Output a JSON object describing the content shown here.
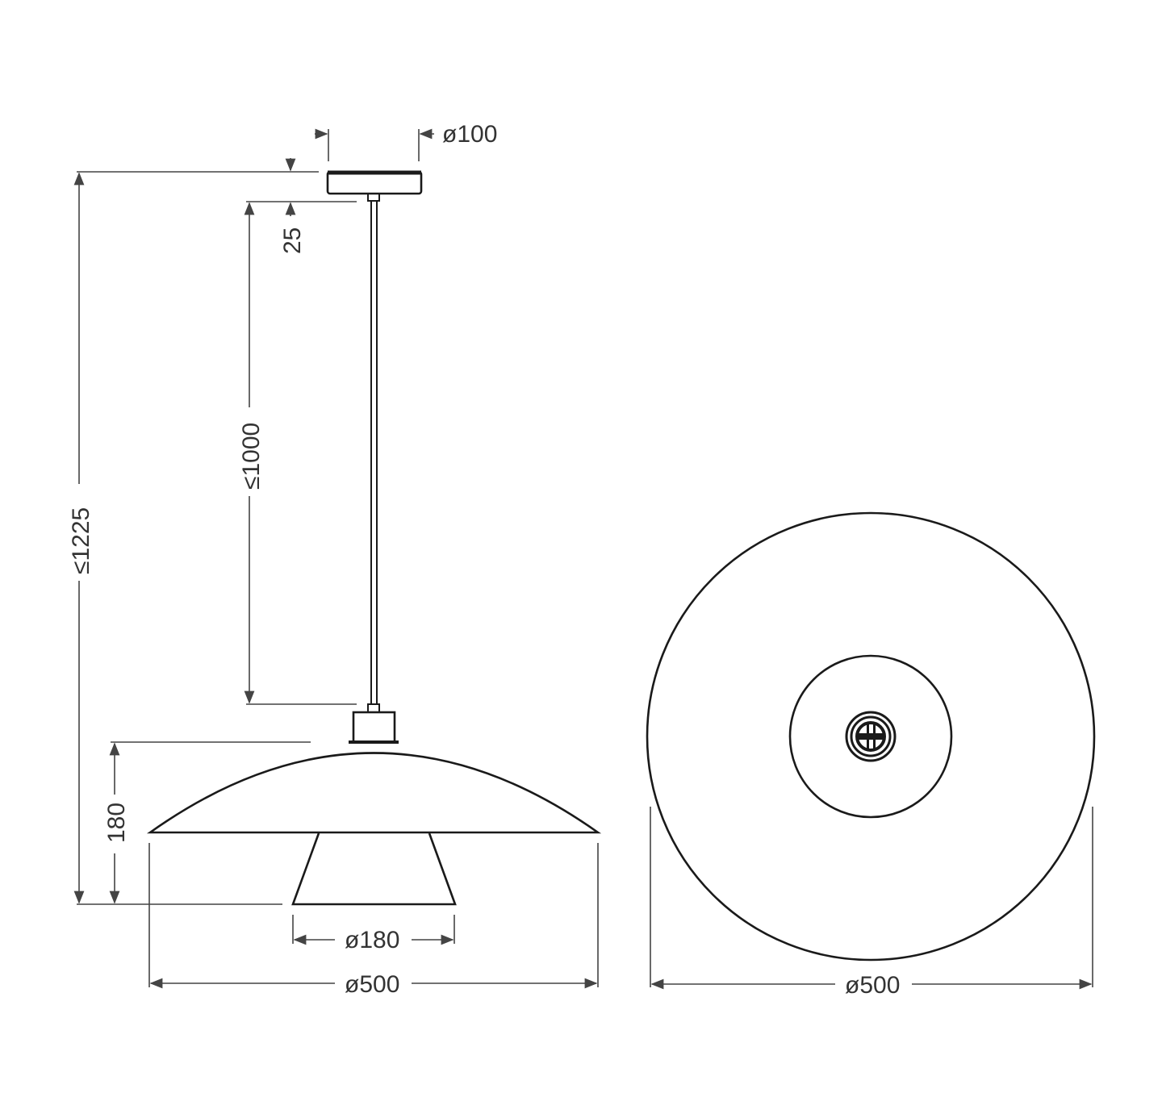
{
  "drawing": {
    "subject": "Pendant lamp technical dimension drawing",
    "views": [
      "side-view",
      "bottom-view"
    ],
    "side_view": {
      "canopy_diameter": "ø100",
      "canopy_height": "25",
      "cable_length": "≤1000",
      "total_height": "≤1225",
      "shade_height": "180",
      "diffuser_diameter": "ø180",
      "shade_diameter": "ø500"
    },
    "bottom_view": {
      "shade_diameter": "ø500"
    },
    "colors": {
      "line": "#1a1a1a",
      "dimension": "#444444",
      "background": "#ffffff"
    }
  }
}
